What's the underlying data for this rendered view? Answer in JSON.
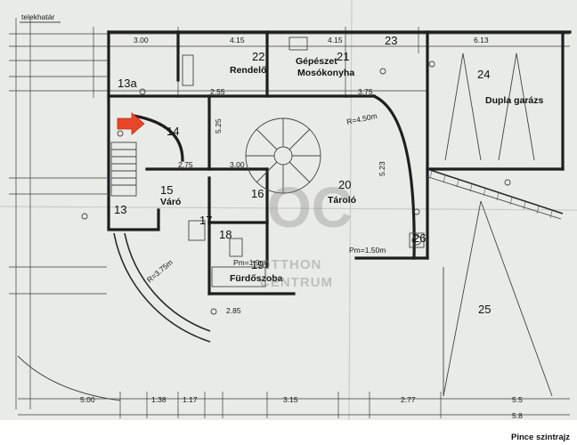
{
  "plan": {
    "caption": "Pince szintrajz",
    "corner_label": "telekhatár",
    "rooms": [
      {
        "no": "22",
        "name": "Rendelő"
      },
      {
        "no": "21",
        "name": "Gépészet Mosókonyha"
      },
      {
        "no": "23",
        "name": ""
      },
      {
        "no": "24",
        "name": "Dupla garázs"
      },
      {
        "no": "13a",
        "name": ""
      },
      {
        "no": "14",
        "name": ""
      },
      {
        "no": "15",
        "name": "Váró"
      },
      {
        "no": "13",
        "name": ""
      },
      {
        "no": "16",
        "name": ""
      },
      {
        "no": "20",
        "name": "Tároló"
      },
      {
        "no": "17",
        "name": ""
      },
      {
        "no": "18",
        "name": ""
      },
      {
        "no": "19",
        "name": "Fürdőszoba"
      },
      {
        "no": "26",
        "name": ""
      },
      {
        "no": "25",
        "name": ""
      }
    ],
    "dimensions": [
      "3.00",
      "4.15",
      "4.15",
      "6.13",
      "2.55",
      "3.75",
      "5.25",
      "5.23",
      "2.75",
      "3.00",
      "2.85",
      "3.15",
      "5.00",
      "1.38",
      "1.17",
      "2.77",
      "5.5",
      "5.8",
      "R=3.75m",
      "R=4.50m",
      "Pm=1.9m",
      "Pm=1.50m"
    ],
    "watermark": {
      "line1": "OTTHON",
      "line2": "CENTRUM"
    },
    "marker_color": "#e8462a"
  }
}
